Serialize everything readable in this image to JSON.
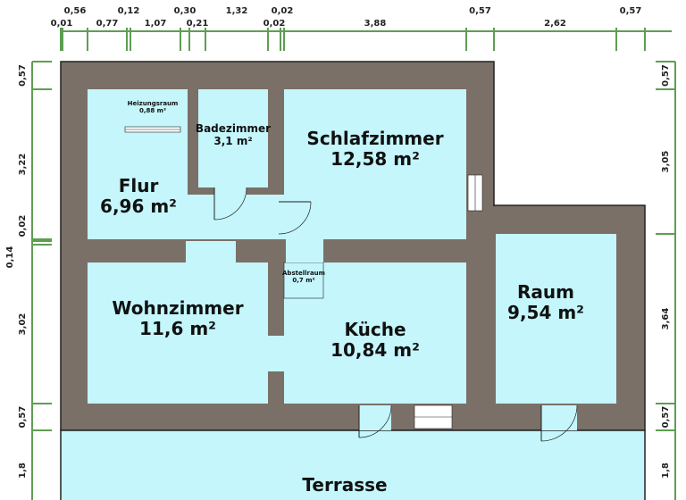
{
  "colors": {
    "wall": "#7a7068",
    "room": "#c4f6fb",
    "dimension": "#5e9e52",
    "outline": "#222222"
  },
  "rooms": [
    {
      "name": "Flur",
      "area": "6,96 m²"
    },
    {
      "name": "Heizungsraum",
      "area": "0,88 m²"
    },
    {
      "name": "Badezimmer",
      "area": "3,1 m²"
    },
    {
      "name": "Schlafzimmer",
      "area": "12,58 m²"
    },
    {
      "name": "Wohnzimmer",
      "area": "11,6 m²"
    },
    {
      "name": "Abstellraum",
      "area": "0,7 m²"
    },
    {
      "name": "Küche",
      "area": "10,84 m²"
    },
    {
      "name": "Raum",
      "area": "9,54 m²"
    },
    {
      "name": "Terrasse",
      "area": ""
    }
  ],
  "dimensions": {
    "top": [
      "0,01",
      "0,56",
      "0,77",
      "0,12",
      "1,07",
      "0,30",
      "0,21",
      "1,32",
      "0,02",
      "0,02",
      "3,88",
      "0,57",
      "2,62",
      "0,57"
    ],
    "left": [
      "0,57",
      "3,22",
      "0,02",
      "0,14",
      "3,02",
      "0,57",
      "1,8"
    ],
    "right": [
      "0,57",
      "3,05",
      "3,64",
      "0,57",
      "1,8"
    ]
  }
}
